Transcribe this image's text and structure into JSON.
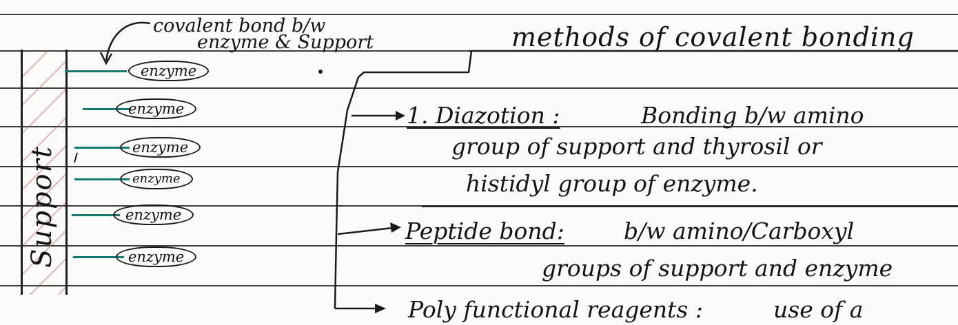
{
  "annotation": {
    "line1": "covalent bond b/w",
    "line2": "enzyme & Support"
  },
  "support_label": "Support",
  "enzymes": [
    "enzyme",
    "enzyme",
    "enzyme",
    "enzyme",
    "enzyme",
    "enzyme"
  ],
  "title": "methods of covalent bonding",
  "methods": [
    {
      "heading": "1. Diazotion :",
      "lines": [
        "Bonding b/w amino",
        "group of support and thyrosil or",
        "histidyl group of enzyme."
      ]
    },
    {
      "heading": "Peptide bond:",
      "lines": [
        "b/w amino/Carboxyl",
        "groups of support and enzyme"
      ]
    },
    {
      "heading": "Poly functional reagents :",
      "lines": [
        "use of a"
      ]
    }
  ]
}
